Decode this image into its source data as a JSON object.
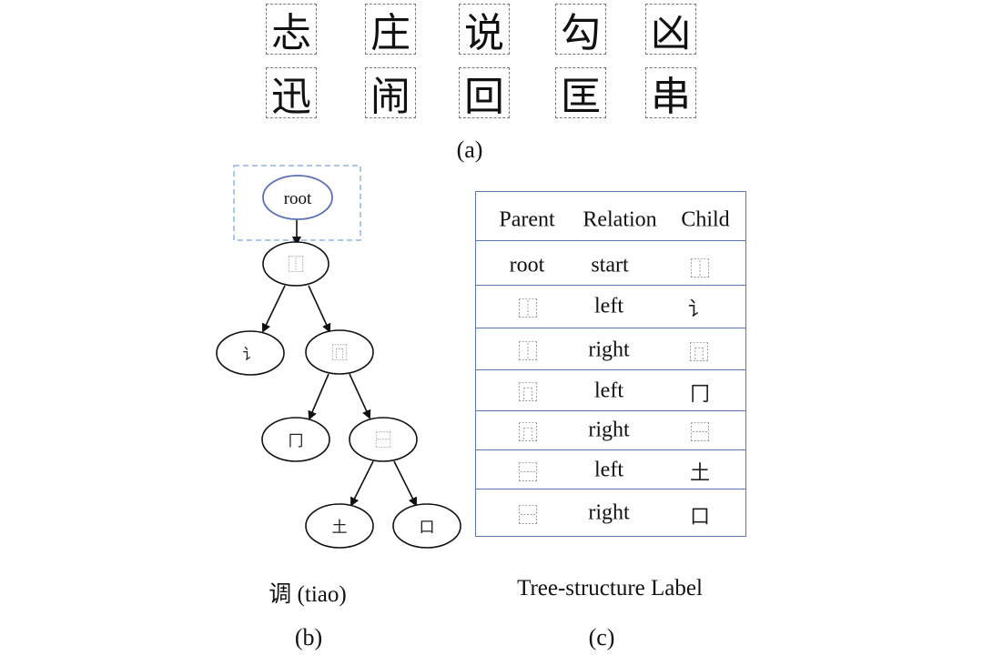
{
  "panel_a": {
    "row1": [
      "忐",
      "庄",
      "说",
      "勾",
      "凶"
    ],
    "row2": [
      "迅",
      "闹",
      "回",
      "匡",
      "串"
    ],
    "caption": "(a)"
  },
  "panel_b": {
    "root_label": "root",
    "nodes": {
      "n1": "⿰",
      "n2": "讠",
      "n3": "⿵",
      "n4": "冂",
      "n5": "⿱",
      "n6": "土",
      "n7": "口"
    },
    "char_caption": "调 (tiao)",
    "caption": "(b)"
  },
  "panel_c": {
    "headers": [
      "Parent",
      "Relation",
      "Child"
    ],
    "rows": [
      [
        "root",
        "start",
        "⿰"
      ],
      [
        "⿰",
        "left",
        "讠"
      ],
      [
        "⿰",
        "right",
        "⿵"
      ],
      [
        "⿵",
        "left",
        "冂"
      ],
      [
        "⿵",
        "right",
        "⿱"
      ],
      [
        "⿱",
        "left",
        "土"
      ],
      [
        "⿱",
        "right",
        "口"
      ]
    ],
    "label": "Tree-structure Label",
    "caption": "(c)"
  }
}
